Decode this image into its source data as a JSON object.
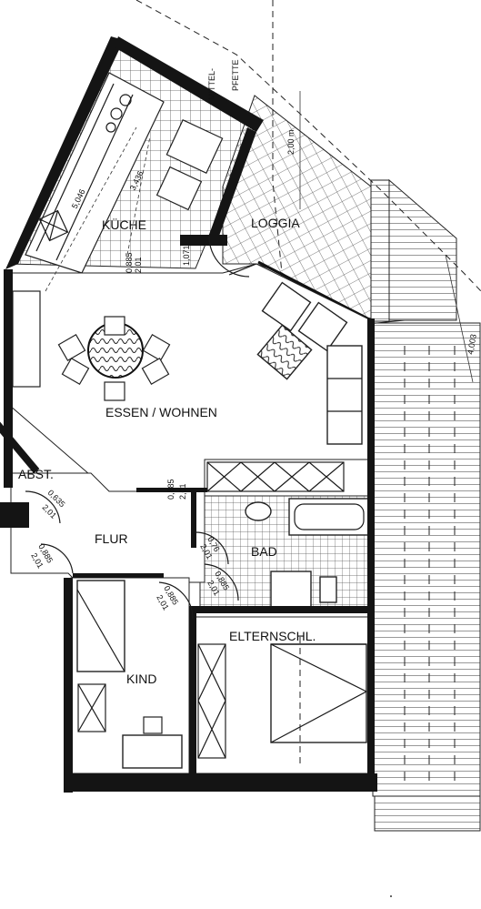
{
  "rooms": {
    "kueche": "KÜCHE",
    "loggia": "LOGGIA",
    "essen_wohnen": "ESSEN / WOHNEN",
    "abst": "ABST.",
    "flur": "FLUR",
    "bad": "BAD",
    "kind": "KIND",
    "elternschl": "ELTERNSCHL."
  },
  "annotations": {
    "mittelpfette_1": "MITTEL-",
    "mittelpfette_2": "PFETTE",
    "dim_200": "2,00 m",
    "dim_5046": "5,046",
    "dim_3436": "3,436",
    "dim_4003": "4,003"
  },
  "doors": {
    "kueche_1": "0,885",
    "kueche_2": "2,01",
    "loggia_1": "1,071",
    "essen_1": "0,885",
    "essen_2": "2,01",
    "abst_1": "0,635",
    "abst_2": "2,01",
    "flur_1": "0,885",
    "flur_2": "2,01",
    "bad_1": "0,76",
    "bad_2": "2,01",
    "kind_1": "0,885",
    "kind_2": "2,01",
    "eltern_1": "0,885",
    "eltern_2": "2,01"
  }
}
